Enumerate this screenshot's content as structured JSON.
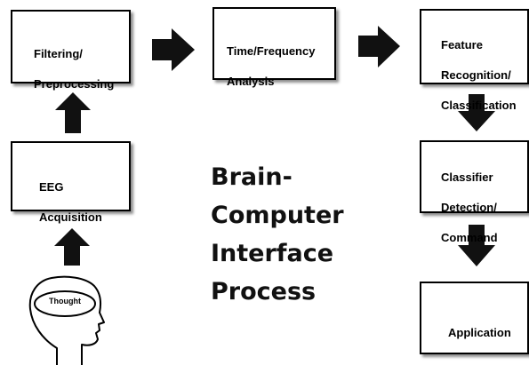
{
  "nodes": {
    "filtering": {
      "lines": [
        "Filtering/",
        "Preprocessing"
      ]
    },
    "time_frequency": {
      "lines": [
        "Time/Frequency",
        "Analysis"
      ]
    },
    "feature": {
      "lines": [
        "Feature",
        "Recognition/",
        "Classification"
      ]
    },
    "eeg": {
      "lines": [
        "EEG",
        "Acquisition"
      ]
    },
    "classifier": {
      "lines": [
        "Classifier",
        "Detection/",
        "Command"
      ]
    },
    "application": {
      "lines": [
        "Application"
      ]
    }
  },
  "title": {
    "lines": [
      "Brain-",
      "Computer",
      "Interface",
      "Process"
    ]
  },
  "head": {
    "label": "Thought"
  },
  "edges": [
    {
      "from": "head",
      "to": "eeg"
    },
    {
      "from": "eeg",
      "to": "filtering"
    },
    {
      "from": "filtering",
      "to": "time_frequency"
    },
    {
      "from": "time_frequency",
      "to": "feature"
    },
    {
      "from": "feature",
      "to": "classifier"
    },
    {
      "from": "classifier",
      "to": "application"
    }
  ],
  "colors": {
    "arrow": "#111111",
    "border": "#000000"
  }
}
